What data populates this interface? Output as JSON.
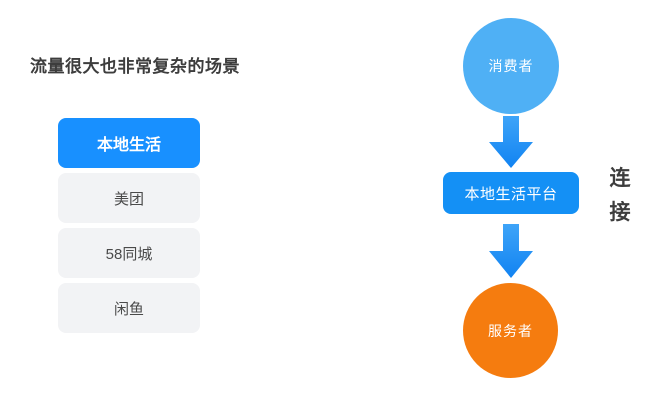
{
  "left_panel": {
    "title": "流量很大也非常复杂的场景",
    "list": [
      {
        "label": "本地生活",
        "state": "active"
      },
      {
        "label": "美团",
        "state": "inactive"
      },
      {
        "label": "58同城",
        "state": "inactive"
      },
      {
        "label": "闲鱼",
        "state": "inactive"
      }
    ]
  },
  "flow_diagram": {
    "nodes": [
      {
        "id": "consumer",
        "label": "消费者",
        "shape": "circle",
        "color": "#4fb0f5"
      },
      {
        "id": "platform",
        "label": "本地生活平台",
        "shape": "rounded-rect",
        "color": "#1490f5"
      },
      {
        "id": "provider",
        "label": "服务者",
        "shape": "circle",
        "color": "#f57c0f"
      }
    ],
    "arrows": [
      {
        "id": "consumer-to-platform",
        "direction": "down",
        "color": "#1e93f7"
      },
      {
        "id": "platform-to-provider",
        "direction": "down",
        "color": "#1e93f7"
      }
    ],
    "side_label": {
      "text": "连接",
      "chars": [
        "连",
        "接"
      ],
      "color": "#3d3d3d"
    }
  },
  "colors": {
    "background": "#ffffff",
    "accent_blue": "#1890ff",
    "light_blue": "#4fb0f5",
    "orange": "#f57c0f",
    "item_grey": "#f2f3f5",
    "text_dark": "#3d3d3d"
  }
}
